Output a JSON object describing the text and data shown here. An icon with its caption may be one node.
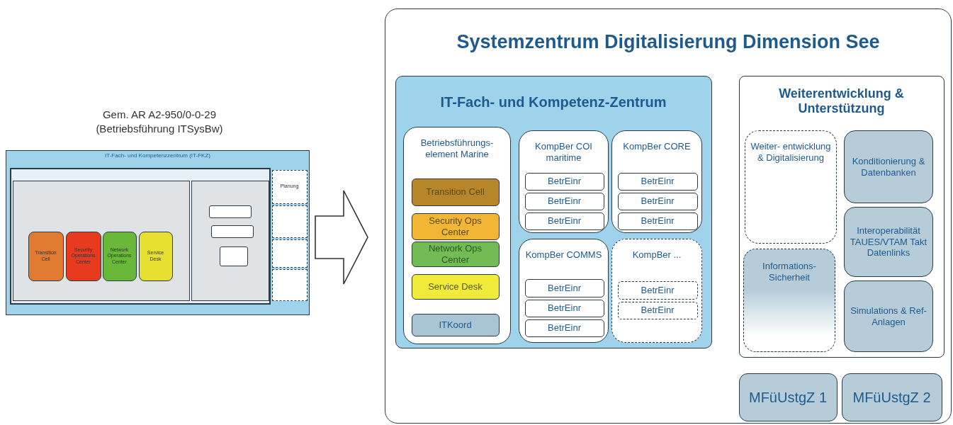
{
  "diagram": {
    "nodes": [
      {
        "text": [
          "IT-Fach- und Kompetenzzentrum (IT-FKZ)"
        ]
      },
      {
        "text": [],
        "shape": "box",
        "in": 0
      },
      {
        "text": [],
        "shape": "box",
        "in": 1
      },
      {
        "text": [],
        "shape": "box",
        "in": 1
      },
      {
        "text": [
          "Transition Cell"
        ],
        "in": 2
      },
      {
        "text": [
          "Security Operations Center"
        ],
        "in": 2
      },
      {
        "text": [
          "Network Operations Center"
        ],
        "in": 2
      },
      {
        "text": [
          "Service Desk"
        ],
        "in": 2
      },
      {
        "text": [
          "Planung"
        ],
        "in": 0
      },
      {
        "text": [],
        "shape": "box",
        "in": 0
      },
      {
        "text": [],
        "shape": "box",
        "in": 0
      },
      {
        "text": [],
        "shape": "box",
        "in": 0
      },
      {
        "text": [],
        "shape": "box",
        "in": 3
      },
      {
        "text": [],
        "shape": "box",
        "in": 3
      },
      {
        "text": [],
        "shape": "box",
        "in": 3
      },
      {
        "text": [
          "Systemzentrum Digitalisierung Dimension See"
        ]
      },
      {
        "text": [
          "IT-Fach- und Kompetenz-Zentrum"
        ],
        "in": 15
      },
      {
        "text": [
          "Betriebsführungs- element Marine"
        ],
        "in": 16
      },
      {
        "text": [
          "Transition Cell"
        ],
        "in": 17
      },
      {
        "text": [
          "Security Ops Center"
        ],
        "in": 17
      },
      {
        "text": [
          "Network Ops Center"
        ],
        "in": 17
      },
      {
        "text": [
          "Service Desk"
        ],
        "in": 17
      },
      {
        "text": [
          "ITKoord"
        ],
        "in": 17
      },
      {
        "text": [
          "KompBer COI maritime"
        ],
        "in": 16
      },
      {
        "text": [
          "BetrEinr"
        ],
        "in": 23
      },
      {
        "text": [
          "BetrEinr"
        ],
        "in": 23
      },
      {
        "text": [
          "BetrEinr"
        ],
        "in": 23
      },
      {
        "text": [
          "KompBer CORE"
        ],
        "in": 16
      },
      {
        "text": [
          "BetrEinr"
        ],
        "in": 27
      },
      {
        "text": [
          "BetrEinr"
        ],
        "in": 27
      },
      {
        "text": [
          "BetrEinr"
        ],
        "in": 27
      },
      {
        "text": [
          "KompBer COMMS"
        ],
        "in": 16
      },
      {
        "text": [
          "BetrEinr"
        ],
        "in": 31
      },
      {
        "text": [
          "BetrEinr"
        ],
        "in": 31
      },
      {
        "text": [
          "BetrEinr"
        ],
        "in": 31
      },
      {
        "text": [
          "KompBer ..."
        ],
        "in": 16
      },
      {
        "text": [
          "BetrEinr"
        ],
        "in": 35
      },
      {
        "text": [
          "BetrEinr"
        ],
        "in": 35
      },
      {
        "text": [
          "Weiterentwicklung & Unterstützung"
        ],
        "in": 15
      },
      {
        "text": [
          "Weiter- entwicklung & Digitalisierung"
        ],
        "in": 38
      },
      {
        "text": [
          "Informations- Sicherheit"
        ],
        "in": 38
      },
      {
        "text": [
          "Konditionierung & Datenbanken"
        ],
        "in": 38
      },
      {
        "text": [
          "Interoperabilität TAUES/VTAM Takt Datenlinks"
        ],
        "in": 38
      },
      {
        "text": [
          "Simulations & Ref-Anlagen"
        ],
        "in": 38
      },
      {
        "text": [
          "MFüUstgZ 1"
        ],
        "in": 15
      },
      {
        "text": [
          "MFüUstgZ 2"
        ],
        "in": 15
      }
    ],
    "edges": [
      {
        "from": 0,
        "to": 15,
        "arrow": "to"
      }
    ],
    "labels": [
      "Gem. AR A2-950/0-0-29 (Betriebsführung ITSysBw)"
    ]
  }
}
